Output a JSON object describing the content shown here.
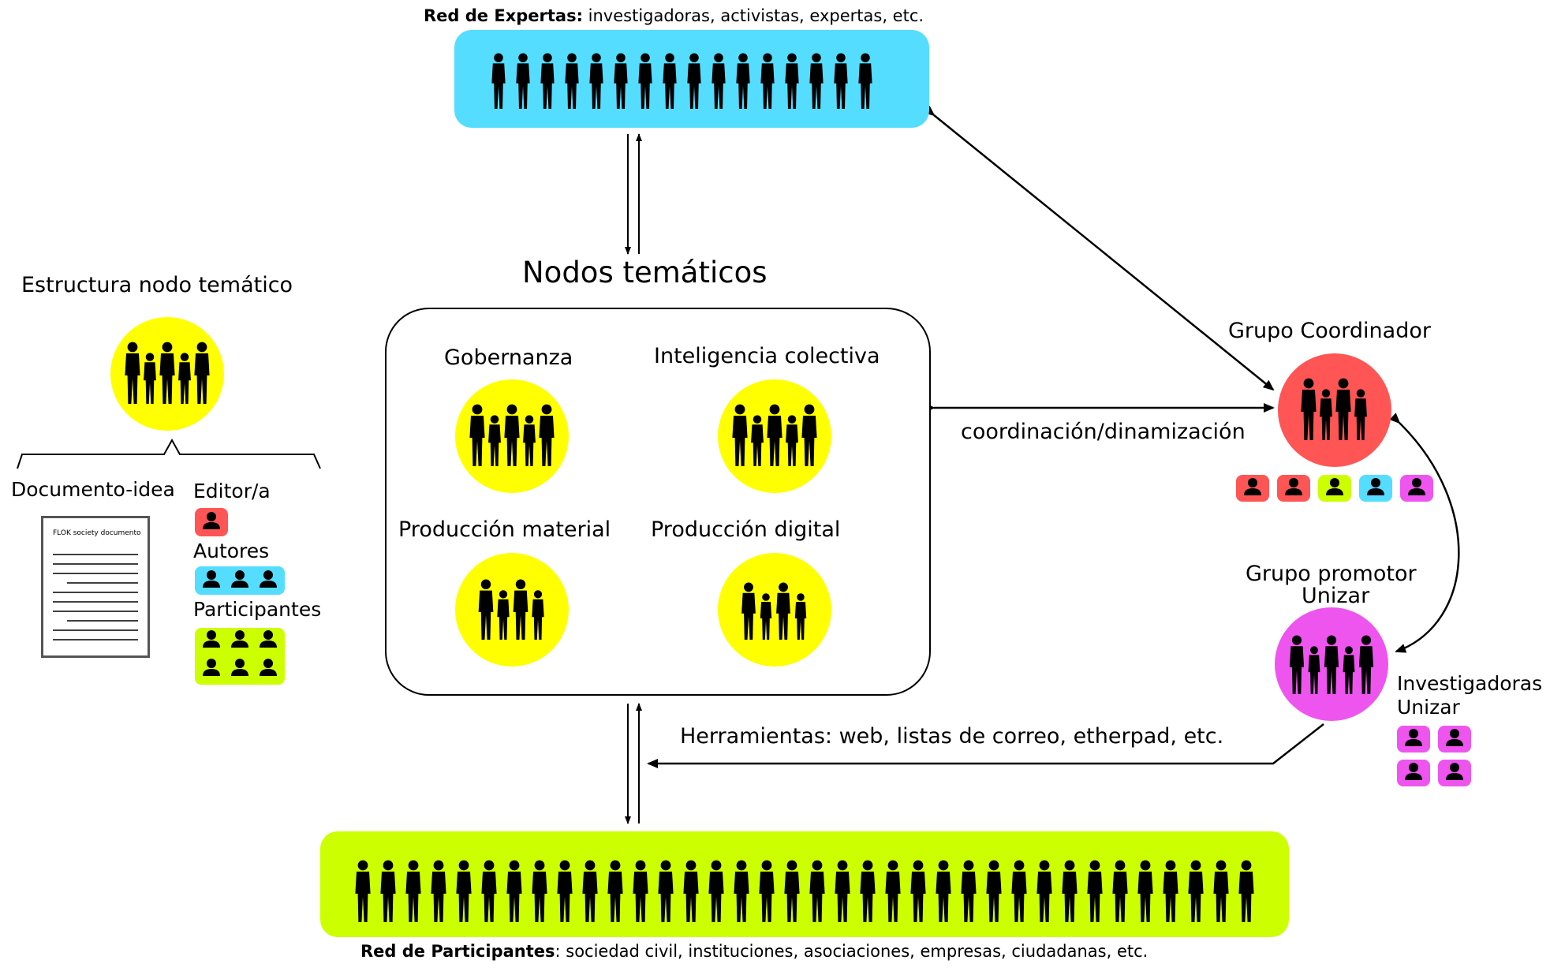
{
  "colors": {
    "expertas": "#55ddff",
    "participantes": "#ccff00",
    "nodo": "#ffff00",
    "coordinador": "#ff5555",
    "promotor": "#ee55ee",
    "autor": "#55ddff",
    "participante_icon": "#ccff00"
  },
  "expertas": {
    "title_bold": "Red de Expertas:",
    "title_rest": " investigadoras, activistas, expertas, etc."
  },
  "participantes": {
    "title_bold": "Red de Participantes",
    "title_rest": ": sociedad civil, instituciones, asociaciones, empresas, ciudadanas, etc."
  },
  "nodos": {
    "title": "Nodos temáticos",
    "items": [
      "Gobernanza",
      "Inteligencia colectiva",
      "Producción material",
      "Producción digital"
    ]
  },
  "estructura": {
    "title": "Estructura nodo temático",
    "documento": "Documento-idea",
    "doc_header": "FLOK society documento",
    "editor": "Editor/a",
    "autores": "Autores",
    "participantes": "Participantes"
  },
  "coordinador": {
    "title": "Grupo Coordinador",
    "link_label": "coordinación/dinamización"
  },
  "promotor": {
    "title_line1": "Grupo promotor",
    "title_line2": "Unizar",
    "investigadoras_line1": "Investigadoras",
    "investigadoras_line2": "Unizar"
  },
  "herramientas": "Herramientas: web, listas de correo, etherpad, etc."
}
